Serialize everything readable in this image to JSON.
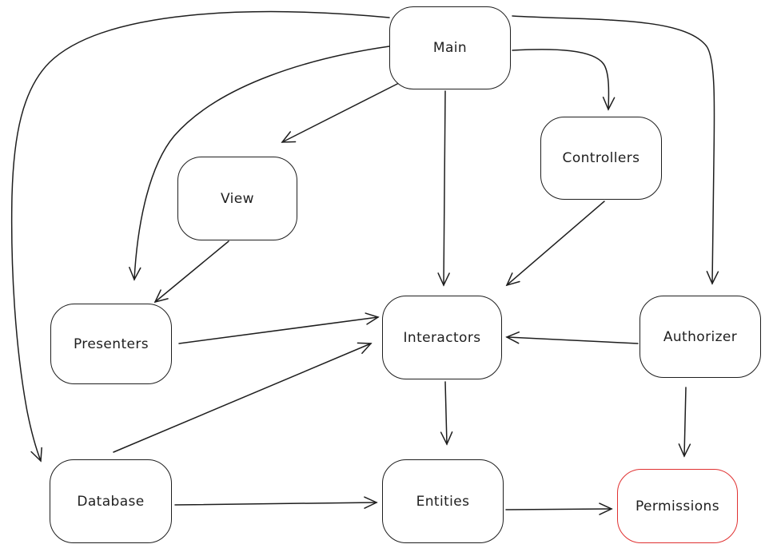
{
  "diagram": {
    "background_color": "#ffffff",
    "stroke_color": "#1e1e1e",
    "accent_color": "#e03131",
    "nodes": [
      {
        "id": "main",
        "label": "Main",
        "border_color": "#1e1e1e"
      },
      {
        "id": "view",
        "label": "View",
        "border_color": "#1e1e1e"
      },
      {
        "id": "controllers",
        "label": "Controllers",
        "border_color": "#1e1e1e"
      },
      {
        "id": "presenters",
        "label": "Presenters",
        "border_color": "#1e1e1e"
      },
      {
        "id": "interactors",
        "label": "Interactors",
        "border_color": "#1e1e1e"
      },
      {
        "id": "authorizer",
        "label": "Authorizer",
        "border_color": "#1e1e1e"
      },
      {
        "id": "database",
        "label": "Database",
        "border_color": "#1e1e1e"
      },
      {
        "id": "entities",
        "label": "Entities",
        "border_color": "#1e1e1e"
      },
      {
        "id": "permissions",
        "label": "Permissions",
        "border_color": "#e03131"
      }
    ],
    "edges": [
      {
        "from": "Main",
        "to": "Database"
      },
      {
        "from": "Main",
        "to": "Presenters"
      },
      {
        "from": "Main",
        "to": "View"
      },
      {
        "from": "Main",
        "to": "Interactors"
      },
      {
        "from": "Main",
        "to": "Controllers"
      },
      {
        "from": "Main",
        "to": "Authorizer"
      },
      {
        "from": "View",
        "to": "Presenters"
      },
      {
        "from": "Controllers",
        "to": "Interactors"
      },
      {
        "from": "Presenters",
        "to": "Interactors"
      },
      {
        "from": "Database",
        "to": "Interactors"
      },
      {
        "from": "Authorizer",
        "to": "Interactors"
      },
      {
        "from": "Interactors",
        "to": "Entities"
      },
      {
        "from": "Database",
        "to": "Entities"
      },
      {
        "from": "Entities",
        "to": "Permissions"
      },
      {
        "from": "Authorizer",
        "to": "Permissions"
      }
    ]
  }
}
